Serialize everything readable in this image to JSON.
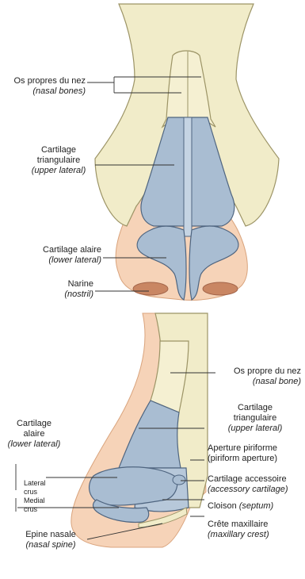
{
  "top_view": {
    "nasal_bones": {
      "fr": "Os propres du nez",
      "en": "(nasal bones)"
    },
    "upper_lateral": {
      "fr1": "Cartilage",
      "fr2": "triangulaire",
      "en": "(upper lateral)"
    },
    "lower_lateral": {
      "fr": "Cartilage alaire",
      "en": "(lower lateral)"
    },
    "nostril": {
      "fr": "Narine",
      "en": "(nostril)"
    }
  },
  "side_view": {
    "nasal_bone": {
      "fr": "Os propre du nez",
      "en": "(nasal bone)"
    },
    "upper_lateral": {
      "fr1": "Cartilage",
      "fr2": "triangulaire",
      "en": "(upper lateral)"
    },
    "piriform": {
      "fr": "Aperture piriforme",
      "en": "(piriform aperture)"
    },
    "accessory": {
      "fr": "Cartilage accessoire",
      "en": "(accessory cartilage)"
    },
    "septum": {
      "fr": "Cloison",
      "en": "(septum)"
    },
    "maxillary": {
      "fr": "Crête maxillaire",
      "en": "(maxillary crest)"
    },
    "alar": {
      "fr1": "Cartilage",
      "fr2": "alaire",
      "en": "(lower lateral)"
    },
    "lateral_crus": {
      "l1": "Lateral",
      "l2": "crus"
    },
    "medial_crus": {
      "l1": "Medial",
      "l2": "crus"
    },
    "nasal_spine": {
      "fr": "Epine nasale",
      "en": "(nasal spine)"
    }
  },
  "colors": {
    "bone": "#f1ecc9",
    "bone_stroke": "#9c9466",
    "cartilage": "#a9bdd2",
    "cartilage_stroke": "#4f6580",
    "skin": "#f6d3b8",
    "skin_stroke": "#d9a37c",
    "line": "#333333"
  }
}
